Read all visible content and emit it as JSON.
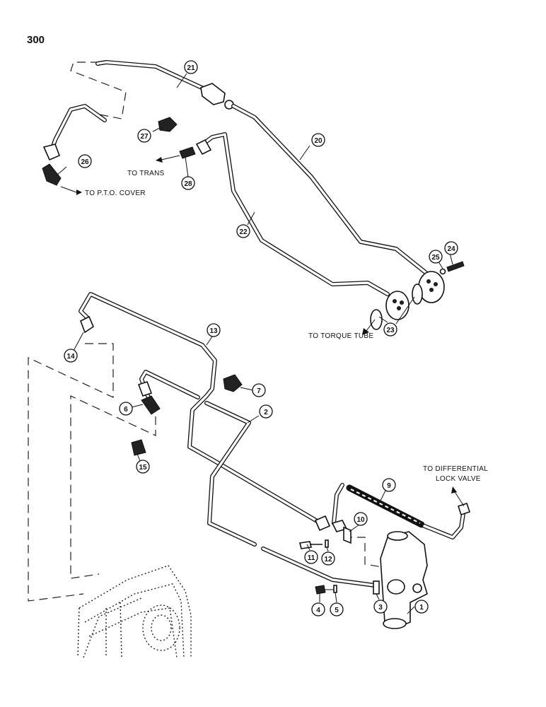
{
  "page_number": "300",
  "callouts": {
    "c1": "1",
    "c2": "2",
    "c3": "3",
    "c4": "4",
    "c5": "5",
    "c6": "6",
    "c7": "7",
    "c9": "9",
    "c10": "10",
    "c11": "11",
    "c12": "12",
    "c13": "13",
    "c14": "14",
    "c15": "15",
    "c20": "20",
    "c21": "21",
    "c22": "22",
    "c23": "23",
    "c24": "24",
    "c25": "25",
    "c26": "26",
    "c27": "27",
    "c28": "28"
  },
  "labels": {
    "to_pto_cover": "TO P.T.O. COVER",
    "to_trans": "TO TRANS",
    "to_torque_tube": "TO TORQUE TUBE",
    "to_diff_line1": "TO DIFFERENTIAL",
    "to_diff_line2": "LOCK VALVE"
  }
}
